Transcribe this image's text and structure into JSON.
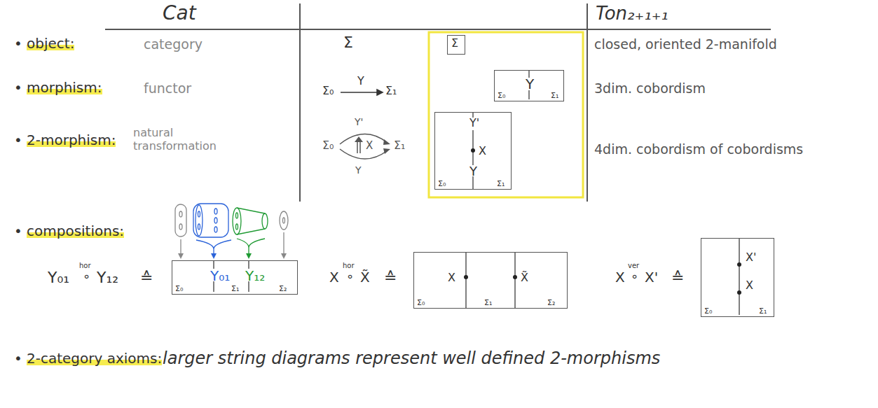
{
  "diagram": {
    "nodes": [
      {
        "text": [
          "Σ"
        ]
      },
      {
        "text": [
          "Σ₀",
          "Y",
          "Σ₁"
        ]
      },
      {
        "text": [
          "Y'",
          "X",
          "Σ₀",
          "Y",
          "Σ₁"
        ]
      },
      {
        "text": [
          "Σ₀",
          "Y₀₁",
          "Σ₁",
          "Y₁₂",
          "Σ₂"
        ]
      },
      {
        "text": [
          "X",
          "X̃",
          "Σ₀",
          "Σ₁",
          "Σ₂"
        ]
      },
      {
        "text": [
          "X'",
          "X",
          "Σ₀",
          "Σ₁"
        ]
      }
    ],
    "labels": [
      "Cat",
      "Ton₂₊₁₊₁",
      "•",
      "object:",
      "category",
      "Σ",
      "closed, oriented 2-manifold",
      "•",
      "morphism:",
      "functor",
      "Σ₀",
      "Y",
      "Σ₁",
      "3dim. cobordism",
      "•",
      "2-morphism:",
      "natural transformation",
      "Y'",
      "Σ₀",
      "X",
      "Σ₁",
      "Y",
      "4dim. cobordism of cobordisms",
      "•",
      "compositions:",
      "Y₀₁",
      "hor",
      "∘",
      "Y₁₂",
      "≙",
      "X",
      "hor",
      "∘",
      "X̃",
      "≙",
      "X",
      "ver",
      "∘",
      "X'",
      "≙",
      "•",
      "2-category axioms:",
      "larger string diagrams represent well defined 2-morphisms"
    ]
  }
}
